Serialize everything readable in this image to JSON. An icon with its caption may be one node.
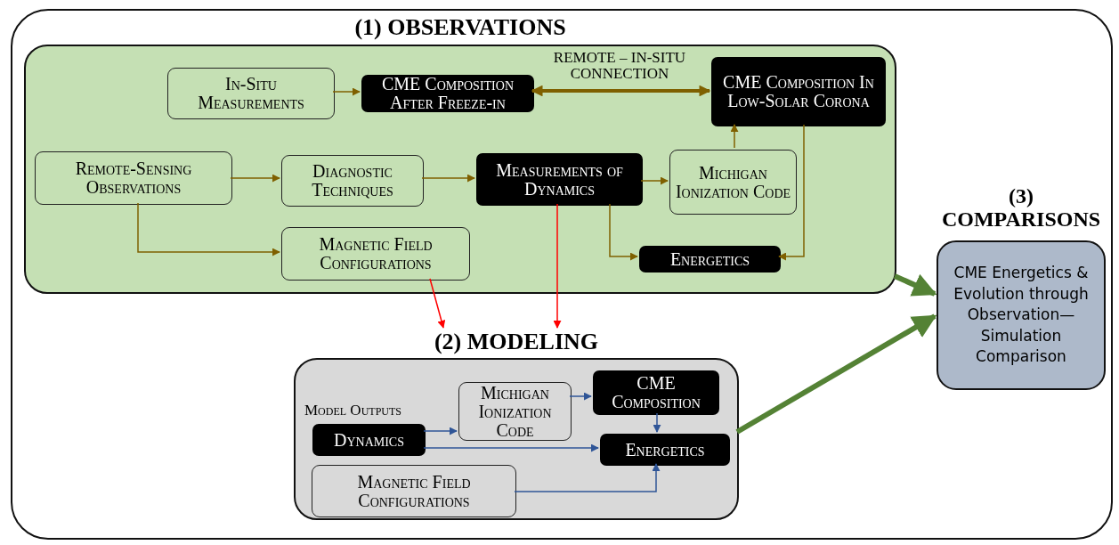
{
  "diagram": {
    "nodes": [
      {
        "text": [],
        "shape": "box"
      },
      {
        "text": [
          "(1) OBSERVATIONS"
        ],
        "in": 0
      },
      {
        "text": [
          "In-Situ Measurements"
        ],
        "in": 1
      },
      {
        "text": [
          "CME Composition After Freeze-in"
        ],
        "in": 1
      },
      {
        "text": [
          "CME Composition In Low-Solar Corona"
        ],
        "in": 1
      },
      {
        "text": [
          "Remote-Sensing Observations"
        ],
        "in": 1
      },
      {
        "text": [
          "Diagnostic Techniques"
        ],
        "in": 1
      },
      {
        "text": [
          "Measurements of Dynamics"
        ],
        "in": 1
      },
      {
        "text": [
          "Michigan Ionization Code"
        ],
        "in": 1
      },
      {
        "text": [
          "Magnetic Field Configurations"
        ],
        "in": 1
      },
      {
        "text": [
          "Energetics"
        ],
        "in": 1
      },
      {
        "text": [
          "(2) MODELING"
        ],
        "in": 0
      },
      {
        "text": [
          "Michigan Ionization Code"
        ],
        "in": 11
      },
      {
        "text": [
          "CME Composition"
        ],
        "in": 11
      },
      {
        "text": [
          "Dynamics"
        ],
        "in": 11
      },
      {
        "text": [
          "Energetics"
        ],
        "in": 11
      },
      {
        "text": [
          "Magnetic Field Configurations"
        ],
        "in": 11
      },
      {
        "text": [
          "(3) COMPARISONS",
          "CME Energetics & Evolution through Observation—Simulation Comparison"
        ],
        "in": 0
      }
    ],
    "edges": [
      {
        "from": 2,
        "to": 3,
        "arrow": "to"
      },
      {
        "from": 3,
        "to": 4,
        "arrow": "both",
        "label": "REMOTE – IN-SITU CONNECTION",
        "style": "thick"
      },
      {
        "from": 5,
        "to": 6,
        "arrow": "to"
      },
      {
        "from": 6,
        "to": 7,
        "arrow": "to"
      },
      {
        "from": 7,
        "to": 8,
        "arrow": "to"
      },
      {
        "from": 8,
        "to": 4,
        "arrow": "to"
      },
      {
        "from": 5,
        "to": 9,
        "arrow": "to"
      },
      {
        "from": 7,
        "to": 10,
        "arrow": "to"
      },
      {
        "from": 4,
        "to": 10,
        "arrow": "to"
      },
      {
        "from": 9,
        "to": 11,
        "arrow": "to",
        "color": "#ff0000"
      },
      {
        "from": 7,
        "to": 11,
        "arrow": "to",
        "color": "#ff0000"
      },
      {
        "from": 12,
        "to": 13,
        "arrow": "to",
        "color": "#2f5597"
      },
      {
        "from": 14,
        "to": 12,
        "arrow": "to",
        "color": "#2f5597"
      },
      {
        "from": 13,
        "to": 15,
        "arrow": "to",
        "color": "#2f5597"
      },
      {
        "from": 14,
        "to": 15,
        "arrow": "to",
        "color": "#2f5597"
      },
      {
        "from": 16,
        "to": 15,
        "arrow": "to",
        "color": "#2f5597"
      },
      {
        "from": 1,
        "to": 17,
        "arrow": "to",
        "style": "thick",
        "color": "#548235"
      },
      {
        "from": 11,
        "to": 17,
        "arrow": "to",
        "style": "thick",
        "color": "#548235"
      }
    ],
    "labels": [
      "Model Outputs"
    ]
  }
}
